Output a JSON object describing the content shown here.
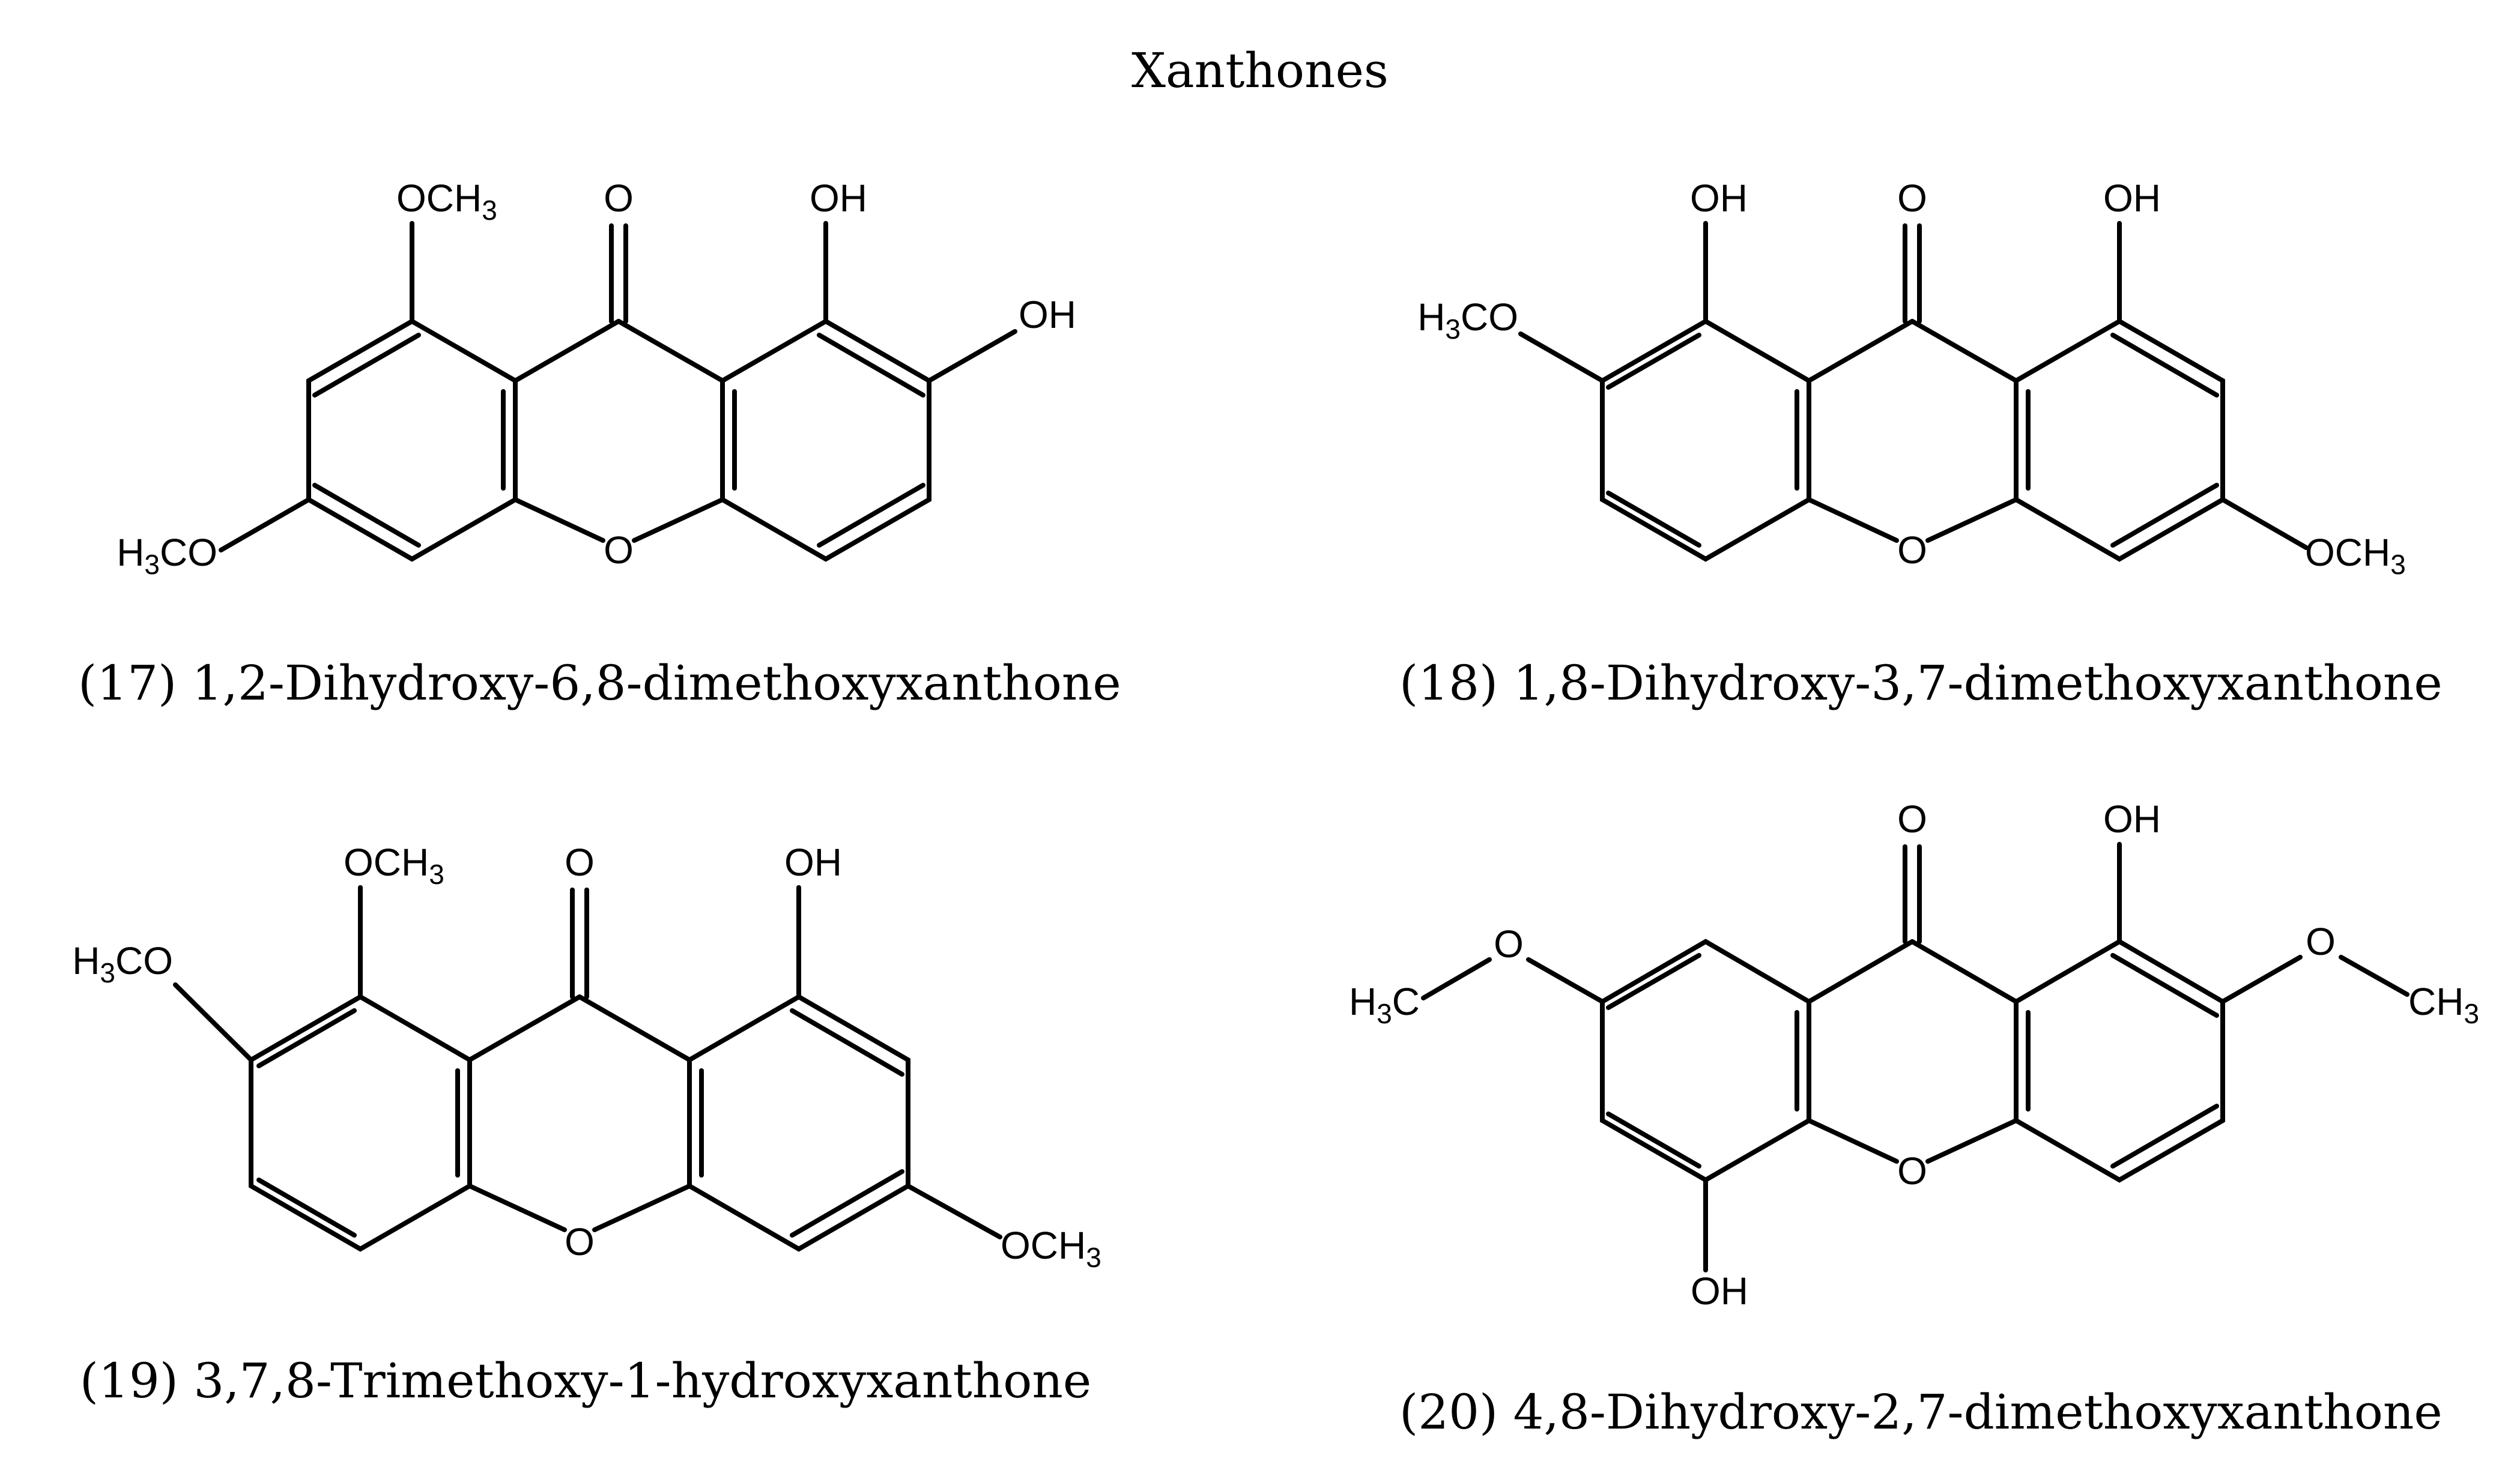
{
  "title": "Xanthones",
  "colors": {
    "ink": "#000000",
    "background": "#ffffff"
  },
  "compounds": [
    {
      "caption": "(17) 1,2-Dihydroxy-6,8-dimethoxyxanthone",
      "labels": {
        "carbonyl": "O",
        "ring_oxygen": "O",
        "top_left": "OCH3",
        "top_right": "OH",
        "right": "OH",
        "bottom_left": "H3CO"
      }
    },
    {
      "caption": "(18) 1,8-Dihydroxy-3,7-dimethoxyxanthone",
      "labels": {
        "carbonyl": "O",
        "ring_oxygen": "O",
        "top_left": "OH",
        "top_right": "OH",
        "left": "H3CO",
        "bottom_right": "OCH3"
      }
    },
    {
      "caption": "(19) 3,7,8-Trimethoxy-1-hydroxyxanthone",
      "labels": {
        "carbonyl": "O",
        "ring_oxygen": "O",
        "top_left": "OCH3",
        "top_right": "OH",
        "left": "H3CO",
        "bottom_right": "OCH3"
      }
    },
    {
      "caption": "(20) 4,8-Dihydroxy-2,7-dimethoxyxanthone",
      "labels": {
        "carbonyl": "O",
        "ring_oxygen": "O",
        "top_right": "OH",
        "bottom": "OH",
        "left_oxygen": "O",
        "left_methyl": "H3C",
        "right_oxygen": "O",
        "right_methyl": "CH3"
      }
    }
  ]
}
